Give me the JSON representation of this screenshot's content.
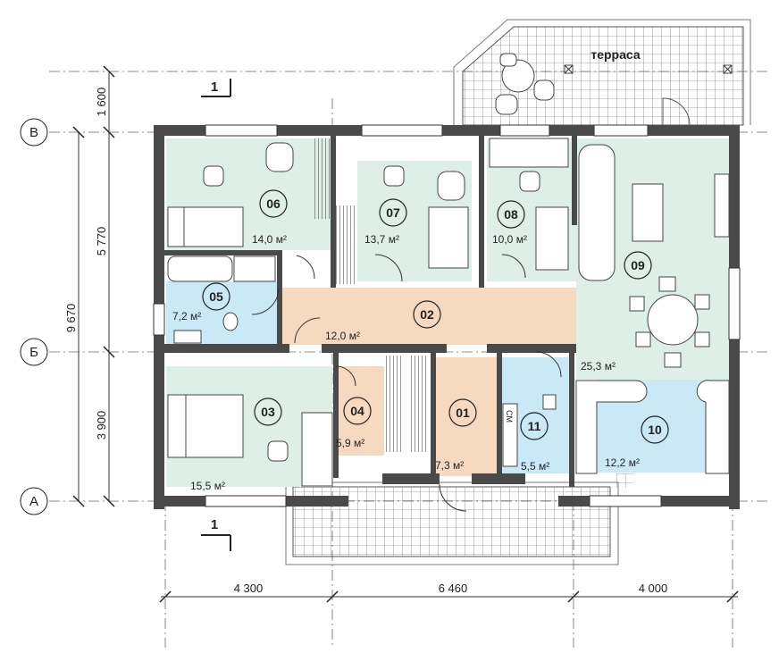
{
  "terrace_label": "терраса",
  "section_marks": [
    "1",
    "1"
  ],
  "axes": {
    "horizontal": [
      "В",
      "Б",
      "А"
    ]
  },
  "dimensions": {
    "bottom": [
      "4 300",
      "6 460",
      "4 000"
    ],
    "left_outer": "9 670",
    "left_inner": [
      "1 600",
      "5 770",
      "3 900"
    ]
  },
  "rooms": [
    {
      "num": "01",
      "area": "7,3 м²",
      "color": "#f7d9bf"
    },
    {
      "num": "02",
      "area": "12,0 м²",
      "color": "#f7d9bf"
    },
    {
      "num": "03",
      "area": "15,5 м²",
      "color": "#ddefe6"
    },
    {
      "num": "04",
      "area": "5,9 м²",
      "color": "#f7d9bf"
    },
    {
      "num": "05",
      "area": "7,2 м²",
      "color": "#c9e9f6"
    },
    {
      "num": "06",
      "area": "14,0 м²",
      "color": "#ddefe6"
    },
    {
      "num": "07",
      "area": "13,7 м²",
      "color": "#ddefe6"
    },
    {
      "num": "08",
      "area": "10,0 м²",
      "color": "#ddefe6"
    },
    {
      "num": "09",
      "area": "25,3 м²",
      "color": "#ddefe6"
    },
    {
      "num": "10",
      "area": "12,2 м²",
      "color": "#c9e9f6"
    },
    {
      "num": "11",
      "area": "5,5 м²",
      "color": "#c9e9f6"
    }
  ],
  "labels": {
    "cm": "СМ"
  }
}
